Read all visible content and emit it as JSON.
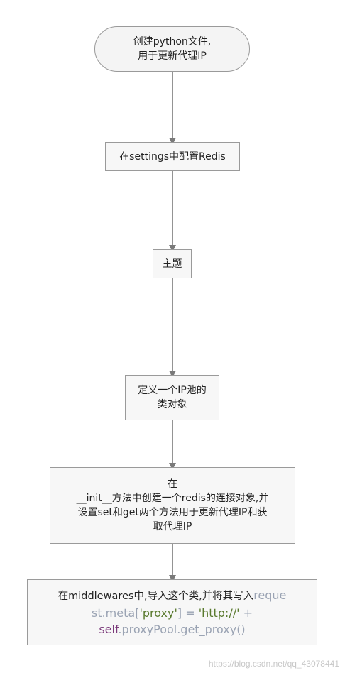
{
  "nodes": {
    "start": {
      "line1": "创建python文件,",
      "line2": "用于更新代理IP"
    },
    "config": {
      "text": "在settings中配置Redis"
    },
    "topic": {
      "text": "主题"
    },
    "define": {
      "line1": "定义一个IP池的",
      "line2": "类对象"
    },
    "init": {
      "line1": "在",
      "line2": "__init__方法中创建一个redis的连接对象,并",
      "line3": "设置set和get两个方法用于更新代理IP和获",
      "line4": "取代理IP"
    },
    "middlewares": {
      "prefix": "在middlewares中,导入这个类,并将其写入",
      "code1": "reque",
      "code2a": "st.meta[",
      "code2b": "'proxy'",
      "code2c": "] = ",
      "code2d": "'http://'",
      "code2e": " +",
      "code3a": "self",
      "code3b": ".proxyPool.get_proxy()"
    }
  },
  "watermark": "https://blog.csdn.net/qq_43078441",
  "colors": {
    "box_fill": "#f7f7f7",
    "box_border": "#9a9a9a",
    "arrow": "#7a7a7a",
    "code_gray": "#9aa3b3",
    "code_green": "#5a7a2e",
    "code_purple": "#7b3a7b"
  }
}
